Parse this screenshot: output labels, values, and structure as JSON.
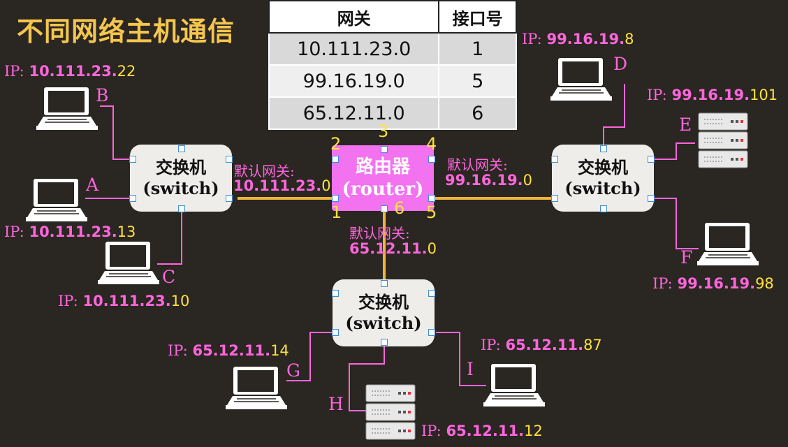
{
  "title": "不同网络主机通信",
  "table": {
    "headers": [
      "网关",
      "接口号"
    ],
    "rows": [
      {
        "gateway": "10.111.23.0",
        "port": "1"
      },
      {
        "gateway": "99.16.19.0",
        "port": "5"
      },
      {
        "gateway": "65.12.11.0",
        "port": "6"
      }
    ]
  },
  "router": {
    "line1": "路由器",
    "line2": "(router)"
  },
  "switch": {
    "line1": "交换机",
    "line2": "(switch)"
  },
  "ports": [
    "1",
    "2",
    "3",
    "4",
    "5",
    "6"
  ],
  "gateways": {
    "label": "默认网关:",
    "left": {
      "net": "10.111.23.",
      "host": "0"
    },
    "right": {
      "net": "99.16.19.",
      "host": "0"
    },
    "bottom": {
      "net": "65.12.11.",
      "host": "0"
    }
  },
  "ip_prefix": "IP:",
  "hosts": {
    "A": {
      "letter": "A",
      "net": "10.111.23.",
      "host": "13"
    },
    "B": {
      "letter": "B",
      "net": "10.111.23.",
      "host": "22"
    },
    "C": {
      "letter": "C",
      "net": "10.111.23.",
      "host": "10"
    },
    "D": {
      "letter": "D",
      "net": "99.16.19.",
      "host": "8"
    },
    "E": {
      "letter": "E",
      "net": "99.16.19.",
      "host": "101"
    },
    "F": {
      "letter": "F",
      "net": "99.16.19.",
      "host": "98"
    },
    "G": {
      "letter": "G",
      "net": "65.12.11.",
      "host": "14"
    },
    "H": {
      "letter": "H",
      "net": "65.12.11.",
      "host": "12"
    },
    "I": {
      "letter": "I",
      "net": "65.12.11.",
      "host": "87"
    }
  },
  "colors": {
    "background": "#2a2622",
    "title": "#f5c64e",
    "accent": "#ff66dd",
    "router": "#f272f0",
    "trunk": "#f0b43a",
    "host_digits": "#ffe23d"
  }
}
